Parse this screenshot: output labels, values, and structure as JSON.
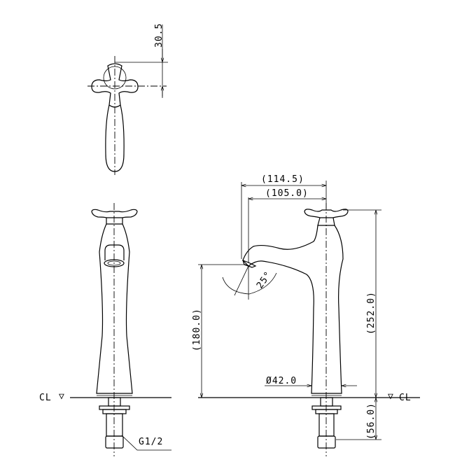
{
  "drawing": {
    "top_view": {
      "dim_handle_offset": "30.5"
    },
    "front_view": {
      "cl_label": "CL",
      "cl_symbol": "▽",
      "thread_label": "G1/2"
    },
    "side_view": {
      "dim_spout_reach_overall": "(114.5)",
      "dim_spout_reach": "(105.0)",
      "dim_total_height": "(252.0)",
      "dim_spout_height": "(180.0)",
      "dim_below_counter": "(56.0)",
      "dim_body_diameter": "Ø42.0",
      "spout_angle": "25°",
      "cl_label": "CL",
      "cl_symbol": "▽"
    }
  }
}
